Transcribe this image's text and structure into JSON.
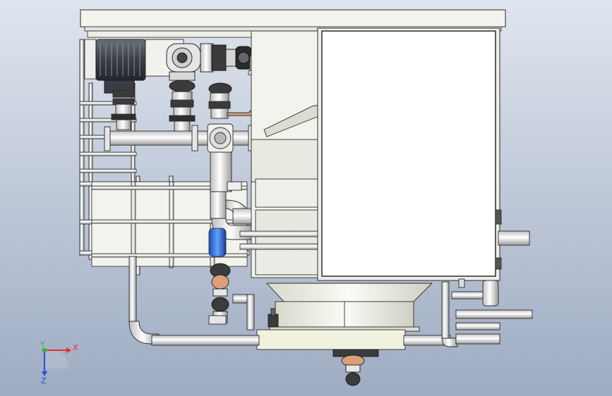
{
  "viewport": {
    "background_top": "#dfe5ee",
    "background_bottom": "#9eabc2"
  },
  "model": {
    "line_color": "#2b2b2b",
    "part_fill": "#f4f4ee",
    "pipe_fill": "#ececec",
    "panel_fill": "#ffffff",
    "motor_color": "#4a4f56",
    "pump_accent": "#2f6fd6"
  },
  "triad": {
    "x_label": "X",
    "y_label": "Y",
    "z_label": "Z",
    "x_color": "#e0322c",
    "y_color": "#2fb84a",
    "z_color": "#2c4fd8"
  }
}
